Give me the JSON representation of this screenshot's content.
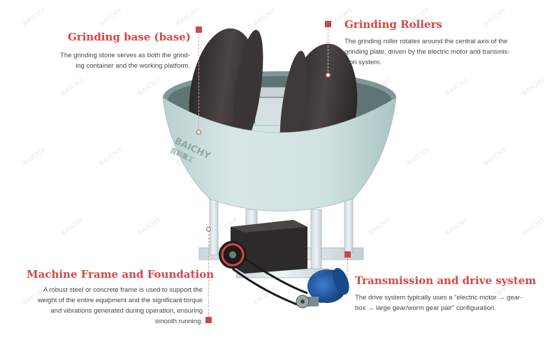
{
  "colors": {
    "title": "#d94545",
    "text": "#444444",
    "marker": "#c94a4a",
    "bowl": "#c9dedd",
    "roller": "#3d3838",
    "motor": "#1f5aa6",
    "frame": "#d8e2e4"
  },
  "labels": {
    "grinding_base": {
      "title": "Grinding base (base)",
      "desc_lines": [
        "The grinding stone serves as both the grind-",
        "ing container and the working platform."
      ]
    },
    "grinding_rollers": {
      "title": "Grinding Rollers",
      "desc_lines": [
        "The grinding roller rotates around the central axis of the",
        "grinding plate, driven by the electric motor and transmis-",
        "sion system."
      ]
    },
    "machine_frame": {
      "title": "Machine Frame and Foundation",
      "desc_lines": [
        "A robust steel or concrete frame is used to support the",
        "weight of the entire equipment and the significant torque",
        "and vibrations generated during operation, ensuring",
        "smooth running."
      ]
    },
    "transmission": {
      "title": "Transmission and drive system",
      "desc_lines": [
        "The drive system typically uses a \"electric motor → gear-",
        "box → large gear/worm gear pair\" configuration."
      ]
    }
  },
  "brand": {
    "bowl_text": "BAICHY",
    "bowl_subtext": "百彩重工",
    "watermark": "BAICHY"
  }
}
